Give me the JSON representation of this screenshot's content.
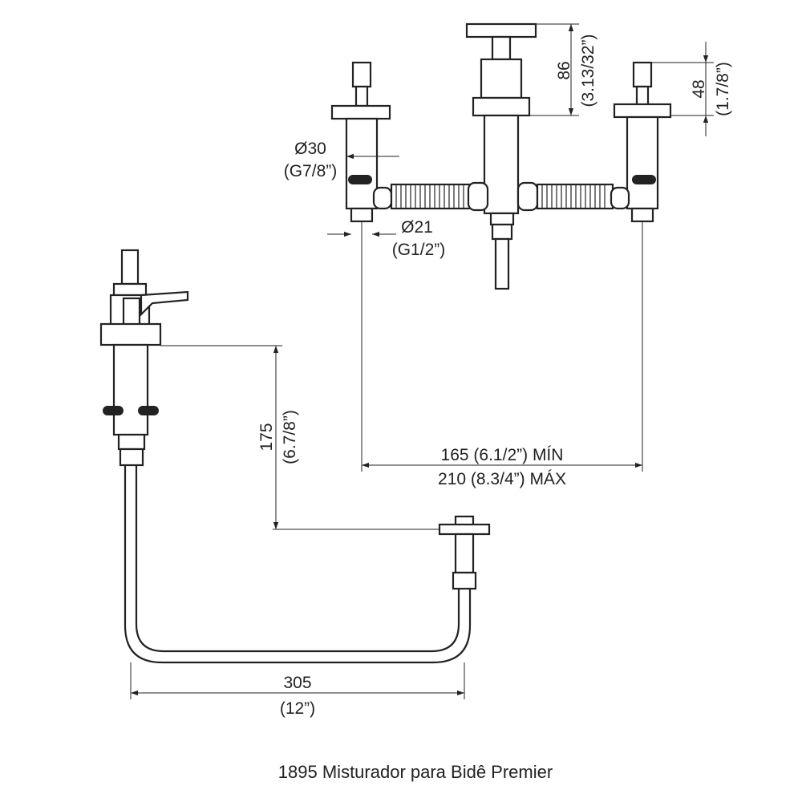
{
  "caption": "1895 Misturador para Bidê Premier",
  "dimensions": {
    "diameter_30": "Ø30",
    "thread_g78": "(G7/8”)",
    "diameter_21": "Ø21",
    "thread_g12": "(G1/2”)",
    "spout_height": "86",
    "spout_height_in": "(3.13/32”)",
    "handle_height": "48",
    "handle_height_in": "(1.7/8”)",
    "spacing_min": "165 (6.1/2”) MÍN",
    "spacing_max": "210 (8.3/4”) MÁX",
    "drain_height": "175",
    "drain_height_in": "(6.7/8”)",
    "rod_length": "305",
    "rod_length_in": "(12”)"
  }
}
